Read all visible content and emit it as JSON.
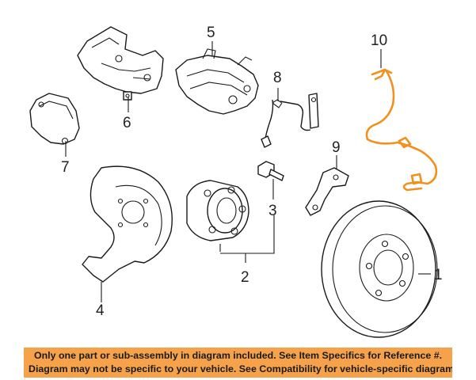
{
  "diagram": {
    "callouts": {
      "p1": "1",
      "p2": "2",
      "p3": "3",
      "p4": "4",
      "p5": "5",
      "p6": "6",
      "p7": "7",
      "p8": "8",
      "p9": "9",
      "p10": "10"
    },
    "highlight_color": "#f2901d"
  },
  "notice": {
    "line1": "Only one part or sub-assembly in diagram included. See Item Specifics for Reference #.",
    "line2": "Diagram may not be specific to your vehicle. See Compatibility for vehicle-specific diagrams.",
    "background_color": "#f6a24a"
  }
}
